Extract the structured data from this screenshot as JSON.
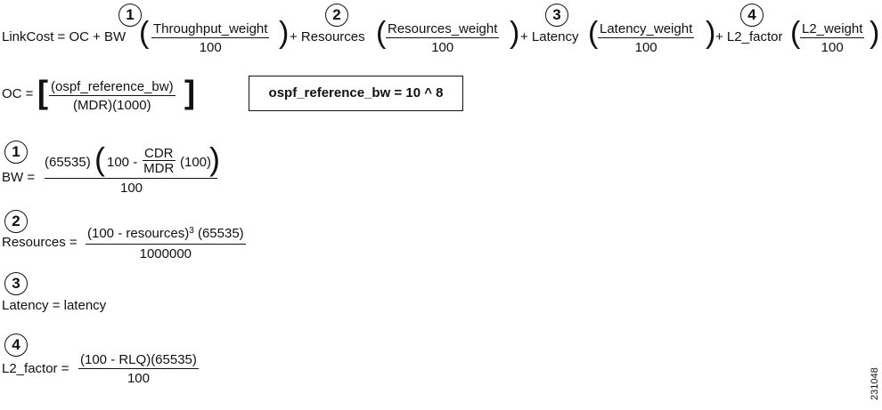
{
  "linkcost": {
    "lhs": "LinkCost = OC + BW",
    "plus_resources": "+ Resources",
    "plus_latency": "+ Latency",
    "plus_l2": "+ L2_factor",
    "term1_num": "Throughput_weight",
    "term2_num": "Resources_weight",
    "term3_num": "Latency_weight",
    "term4_num": "L2_weight",
    "denominator": "100"
  },
  "markers": {
    "m1": "1",
    "m2": "2",
    "m3": "3",
    "m4": "4"
  },
  "oc": {
    "lhs": "OC =",
    "num": "(ospf_reference_bw)",
    "den": "(MDR)(1000)"
  },
  "ref_box": {
    "text": "ospf_reference_bw = 10 ^ 8"
  },
  "bw": {
    "lhs": "BW =",
    "num_prefix": "(65535)",
    "inner_prefix": "100 -",
    "inner_num": "CDR",
    "inner_den": "MDR",
    "inner_suffix": "(100)",
    "den": "100"
  },
  "resources": {
    "lhs": "Resources =",
    "num_part1": "(100 - resources)",
    "num_exp": "3",
    "num_part2": "(65535)",
    "den": "1000000"
  },
  "latency": {
    "eq": "Latency = latency"
  },
  "l2": {
    "lhs": "L2_factor =",
    "num": "(100 - RLQ)(65535)",
    "den": "100"
  },
  "figure_id": "231048"
}
